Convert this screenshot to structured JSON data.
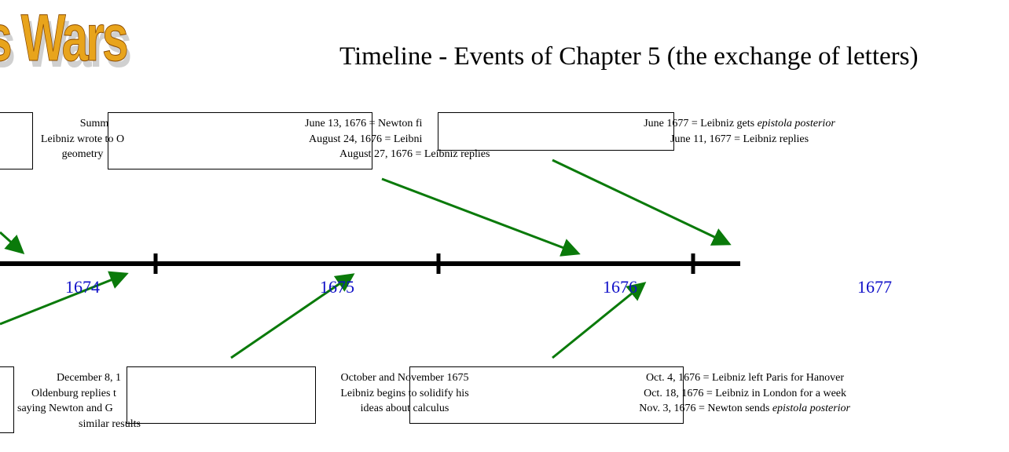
{
  "logo": {
    "text": "s Wars"
  },
  "title": "Timeline - Events of Chapter 5 (the exchange of letters)",
  "years": [
    "1674",
    "1675",
    "1676",
    "1677"
  ],
  "events_top": {
    "summer_1673": {
      "lines": [
        "Summ",
        "Leibniz wrote to O",
        "geometry"
      ]
    },
    "june_1676": {
      "lines": [
        "June 13, 1676 = Newton fi",
        "August 24, 1676 = Leibni",
        "August 27, 1676 = Leibniz replies"
      ]
    },
    "june_1677": {
      "line1": "June 1677 = Leibniz gets ",
      "line1_italic": "epistola posterior",
      "line2": "June 11, 1677 = Leibniz replies"
    }
  },
  "events_bottom": {
    "december_1674": {
      "lines": [
        "December 8, 1",
        "Oldenburg replies t",
        "saying Newton and G",
        "similar results"
      ]
    },
    "oct_nov_1675": {
      "lines": [
        "October and November 1675",
        "Leibniz begins to solidify his",
        "ideas about calculus"
      ]
    },
    "oct_1676": {
      "line1": "Oct. 4, 1676 = Leibniz left Paris for Hanover",
      "line2": "Oct. 18, 1676 = Leibniz in London for a week",
      "line3": "Nov. 3, 1676 = Newton sends ",
      "line3_italic": "epistola posterior"
    }
  },
  "colors": {
    "arrow": "#0a7a0a",
    "year_text": "#1010c8",
    "axis": "#000000",
    "logo": "#e8a41c"
  }
}
